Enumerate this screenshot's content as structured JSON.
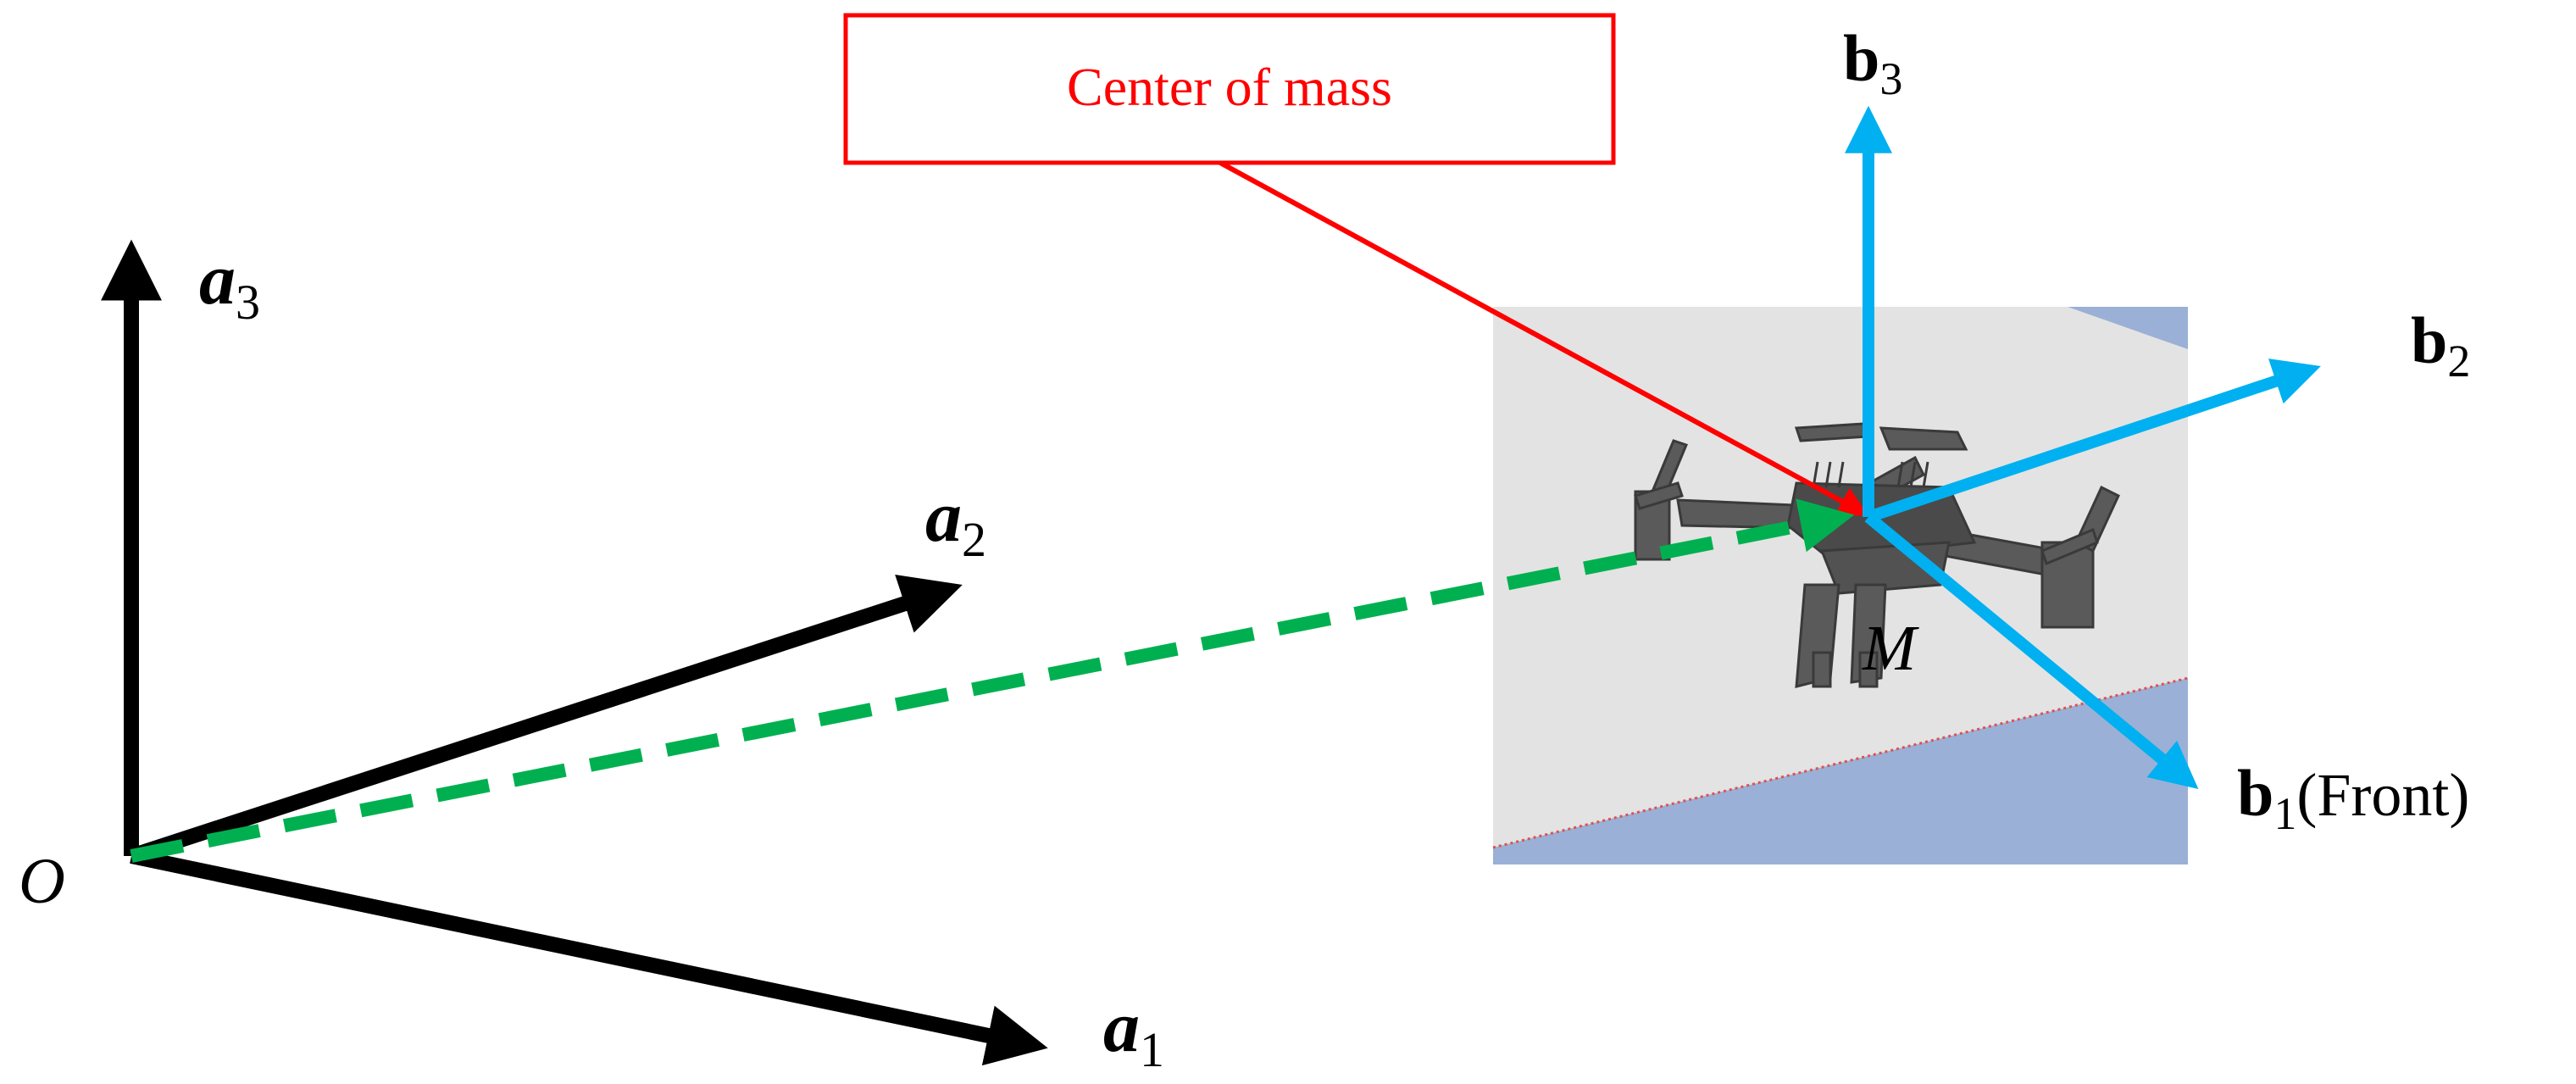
{
  "callout": {
    "text": "Center of mass",
    "color": "#ff0000"
  },
  "origin_label": "O",
  "point_label": "M",
  "world_axes": {
    "color": "#000000",
    "a1": {
      "base": "a",
      "sub": "1"
    },
    "a2": {
      "base": "a",
      "sub": "2"
    },
    "a3": {
      "base": "a",
      "sub": "3"
    }
  },
  "body_axes": {
    "color": "#00b0f0",
    "b1": {
      "base": "b",
      "sub": "1",
      "suffix": "(Front)"
    },
    "b2": {
      "base": "b",
      "sub": "2"
    },
    "b3": {
      "base": "b",
      "sub": "3"
    }
  },
  "position_vector": {
    "color": "#00b050",
    "style": "dashed"
  },
  "scene_colors": {
    "background": "#e3e3e3",
    "floor": "#9ab0d6",
    "drone": "#5a5a5a"
  }
}
